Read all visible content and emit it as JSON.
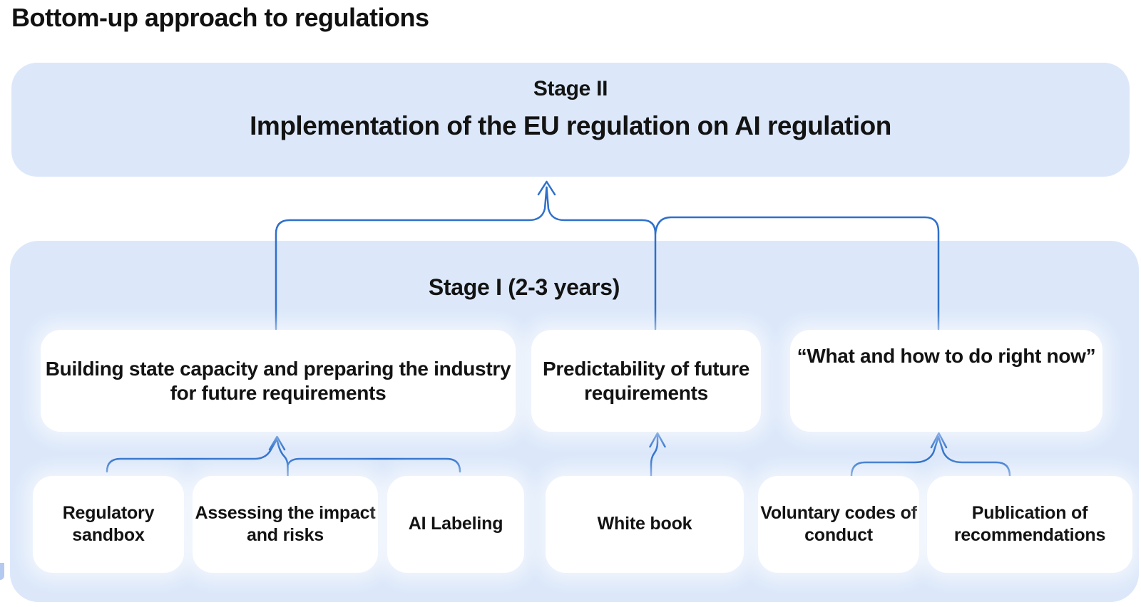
{
  "title": "Bottom-up approach to regulations",
  "stage2": {
    "label": "Stage II",
    "title": "Implementation of the EU regulation on AI regulation"
  },
  "stage1": {
    "label": "Stage I (2-3 years)",
    "pillars": [
      {
        "text": "Building state capacity and preparing the industry for future requirements"
      },
      {
        "text": "Predictability of future requirements"
      },
      {
        "text": "“What and how to do right now”"
      }
    ],
    "actions": [
      {
        "text": "Regulatory sandbox"
      },
      {
        "text": "Assessing the impact and risks"
      },
      {
        "text": "AI Labeling"
      },
      {
        "text": "White book"
      },
      {
        "text": "Voluntary codes of conduct"
      },
      {
        "text": "Publication of recommendations"
      }
    ]
  },
  "colors": {
    "stage_fill": "#dce8fa",
    "card_fill": "#ffffff",
    "connector_stroke": "#2e70cc",
    "text": "#131313",
    "background": "#ffffff"
  }
}
